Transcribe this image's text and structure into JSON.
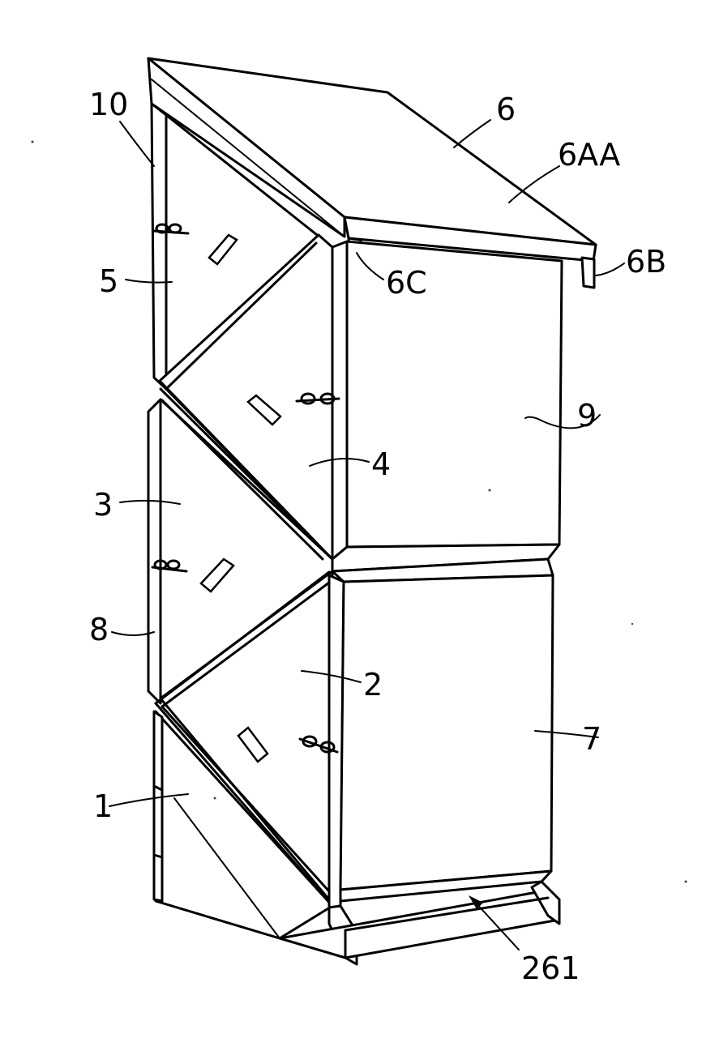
{
  "labels": {
    "l10": "10",
    "l6": "6",
    "l6aa": "6AA",
    "l6b": "6B",
    "l6c": "6C",
    "l5": "5",
    "l9": "9",
    "l4": "4",
    "l3": "3",
    "l8": "8",
    "l2": "2",
    "l7": "7",
    "l1": "1",
    "l261": "261"
  }
}
